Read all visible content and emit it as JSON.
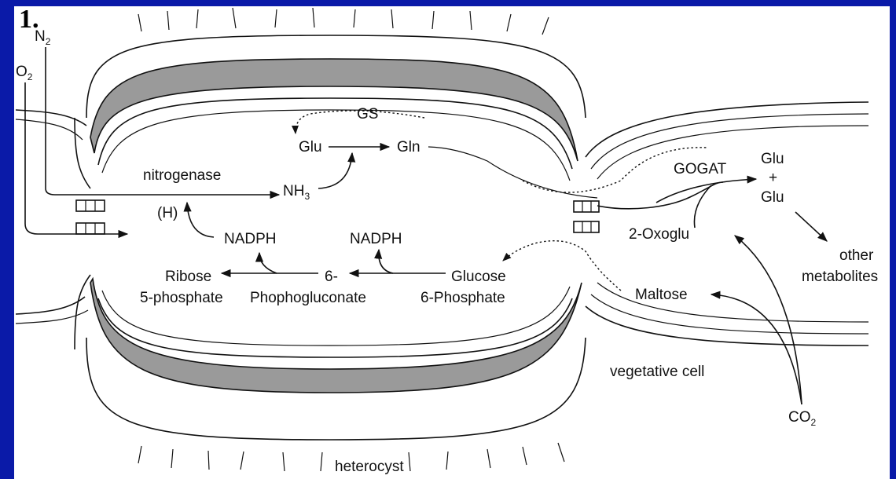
{
  "slide": {
    "number": "1."
  },
  "labels": {
    "n2": "N",
    "n2_sub": "2",
    "o2": "O",
    "o2_sub": "2",
    "gs": "GS",
    "glu_left": "Glu",
    "gln": "Gln",
    "nitrogenase": "nitrogenase",
    "nh3": "NH",
    "nh3_sub": "3",
    "h": "(H)",
    "nadph_1": "NADPH",
    "nadph_2": "NADPH",
    "ribose_line1": "Ribose",
    "ribose_line2": "5-phosphate",
    "phosphogluconate_line1": "6-",
    "phosphogluconate_line2": "Phophogluconate",
    "glucose_line1": "Glucose",
    "glucose_line2": "6-Phosphate",
    "gogat": "GOGAT",
    "glu_right_top": "Glu",
    "plus": "+",
    "glu_right_bottom": "Glu",
    "oxoglu": "2-Oxoglu",
    "other_line1": "other",
    "other_line2": "metabolites",
    "maltose": "Maltose",
    "vegetative_cell": "vegetative cell",
    "co2": "CO",
    "co2_sub": "2",
    "heterocyst": "heterocyst"
  },
  "colors": {
    "frame": "#0a1aa8",
    "panel": "#ffffff",
    "envelope_fill": "#9a9a9a",
    "ink": "#111111"
  }
}
